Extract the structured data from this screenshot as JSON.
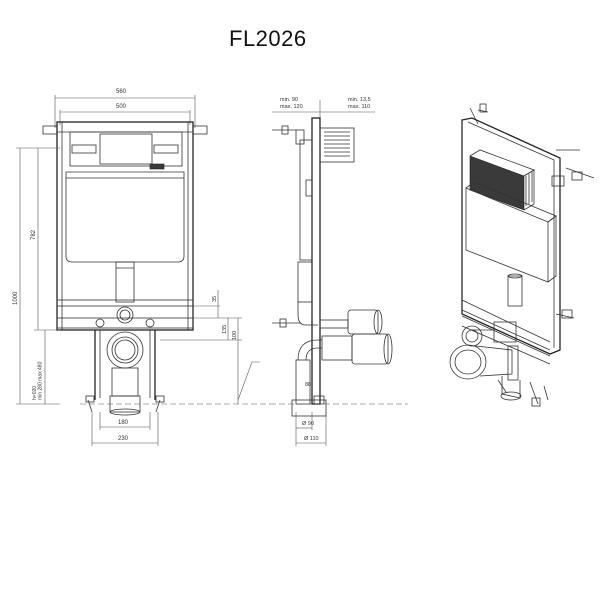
{
  "title": "FL2026",
  "front_view": {
    "width_overall": "560",
    "width_inner": "500",
    "height_tank": "782",
    "height_total": "1000",
    "height_drain": "h=020\nmin 280 max 480",
    "drain_h1": "135",
    "drain_h2": "100",
    "drain_h3": "35",
    "base_inner": "180",
    "base_outer": "230"
  },
  "side_view": {
    "depth_min_left": "min. 90",
    "depth_max_left": "max. 120",
    "depth_min_right": "min. 13,5",
    "depth_max_right": "max. 110",
    "pipe_d1": "Ø 90",
    "pipe_d2": "Ø 110",
    "label_88": "88"
  },
  "colors": {
    "line": "#333333",
    "dimension": "#555555",
    "dark_panel": "#3a3a3a"
  }
}
